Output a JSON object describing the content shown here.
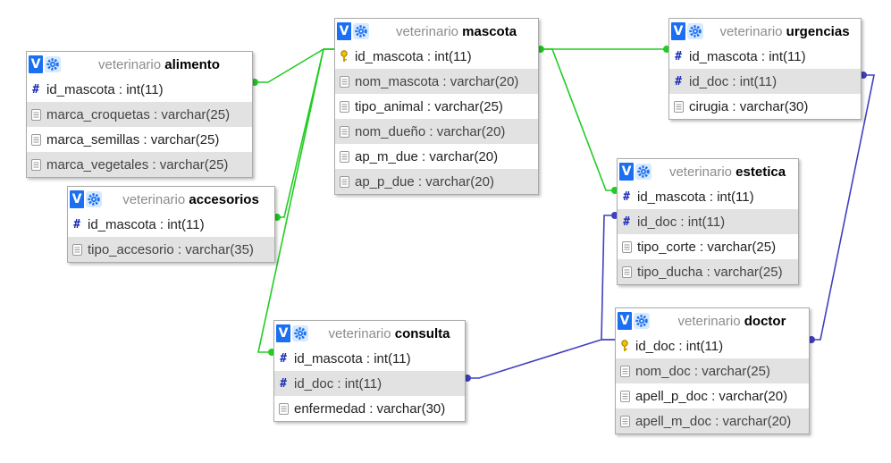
{
  "colors": {
    "fk_link": "#22cc22",
    "doc_link": "#4040c0",
    "key_icon": "#c8a000",
    "hash_icon": "#1c2bb8",
    "header_btn": "#1a6ff2"
  },
  "tables": {
    "alimento": {
      "db": "veterinario",
      "name": "alimento",
      "fields": [
        {
          "icon": "hash-icon",
          "text": "id_mascota : int(11)"
        },
        {
          "icon": "column-icon",
          "text": "marca_croquetas : varchar(25)"
        },
        {
          "icon": "column-icon",
          "text": "marca_semillas : varchar(25)"
        },
        {
          "icon": "column-icon",
          "text": "marca_vegetales : varchar(25)"
        }
      ]
    },
    "accesorios": {
      "db": "veterinario",
      "name": "accesorios",
      "fields": [
        {
          "icon": "hash-icon",
          "text": "id_mascota : int(11)"
        },
        {
          "icon": "column-icon",
          "text": "tipo_accesorio : varchar(35)"
        }
      ]
    },
    "mascota": {
      "db": "veterinario",
      "name": "mascota",
      "fields": [
        {
          "icon": "key-icon",
          "text": "id_mascota : int(11)"
        },
        {
          "icon": "column-icon",
          "text": "nom_mascota : varchar(20)"
        },
        {
          "icon": "column-icon",
          "text": "tipo_animal : varchar(25)"
        },
        {
          "icon": "column-icon",
          "text": "nom_dueño : varchar(20)"
        },
        {
          "icon": "column-icon",
          "text": "ap_m_due : varchar(20)"
        },
        {
          "icon": "column-icon",
          "text": "ap_p_due : varchar(20)"
        }
      ]
    },
    "urgencias": {
      "db": "veterinario",
      "name": "urgencias",
      "fields": [
        {
          "icon": "hash-icon",
          "text": "id_mascota : int(11)"
        },
        {
          "icon": "hash-icon",
          "text": "id_doc : int(11)"
        },
        {
          "icon": "column-icon",
          "text": "cirugia : varchar(30)"
        }
      ]
    },
    "estetica": {
      "db": "veterinario",
      "name": "estetica",
      "fields": [
        {
          "icon": "hash-icon",
          "text": "id_mascota : int(11)"
        },
        {
          "icon": "hash-icon",
          "text": "id_doc : int(11)"
        },
        {
          "icon": "column-icon",
          "text": "tipo_corte : varchar(25)"
        },
        {
          "icon": "column-icon",
          "text": "tipo_ducha : varchar(25)"
        }
      ]
    },
    "consulta": {
      "db": "veterinario",
      "name": "consulta",
      "fields": [
        {
          "icon": "hash-icon",
          "text": "id_mascota : int(11)"
        },
        {
          "icon": "hash-icon",
          "text": "id_doc : int(11)"
        },
        {
          "icon": "column-icon",
          "text": "enfermedad : varchar(30)"
        }
      ]
    },
    "doctor": {
      "db": "veterinario",
      "name": "doctor",
      "fields": [
        {
          "icon": "key-icon",
          "text": "id_doc : int(11)"
        },
        {
          "icon": "column-icon",
          "text": "nom_doc : varchar(25)"
        },
        {
          "icon": "column-icon",
          "text": "apell_p_doc : varchar(20)"
        },
        {
          "icon": "column-icon",
          "text": "apell_m_doc : varchar(20)"
        }
      ]
    }
  },
  "relations": [
    {
      "from": "alimento.id_mascota",
      "to": "mascota.id_mascota"
    },
    {
      "from": "accesorios.id_mascota",
      "to": "mascota.id_mascota"
    },
    {
      "from": "consulta.id_mascota",
      "to": "mascota.id_mascota"
    },
    {
      "from": "urgencias.id_mascota",
      "to": "mascota.id_mascota"
    },
    {
      "from": "estetica.id_mascota",
      "to": "mascota.id_mascota"
    },
    {
      "from": "consulta.id_doc",
      "to": "doctor.id_doc"
    },
    {
      "from": "estetica.id_doc",
      "to": "doctor.id_doc"
    },
    {
      "from": "urgencias.id_doc",
      "to": "doctor.id_doc"
    }
  ]
}
